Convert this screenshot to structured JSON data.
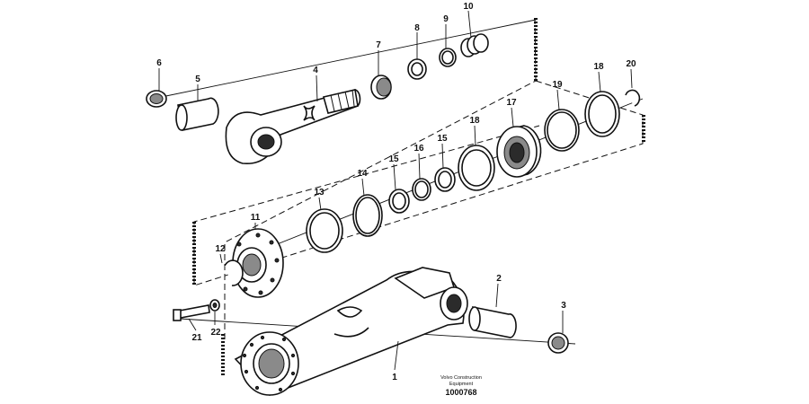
{
  "callouts": [
    {
      "n": "1"
    },
    {
      "n": "2"
    },
    {
      "n": "3"
    },
    {
      "n": "4"
    },
    {
      "n": "5"
    },
    {
      "n": "6"
    },
    {
      "n": "7"
    },
    {
      "n": "8"
    },
    {
      "n": "9"
    },
    {
      "n": "10"
    },
    {
      "n": "11"
    },
    {
      "n": "12"
    },
    {
      "n": "13"
    },
    {
      "n": "14"
    },
    {
      "n": "15"
    },
    {
      "n": "15"
    },
    {
      "n": "16"
    },
    {
      "n": "17"
    },
    {
      "n": "18"
    },
    {
      "n": "18"
    },
    {
      "n": "19"
    },
    {
      "n": "20"
    },
    {
      "n": "21"
    },
    {
      "n": "22"
    }
  ],
  "caption": {
    "line1": "Volvo Construction",
    "line2": "Equipment",
    "id": "1000768"
  }
}
